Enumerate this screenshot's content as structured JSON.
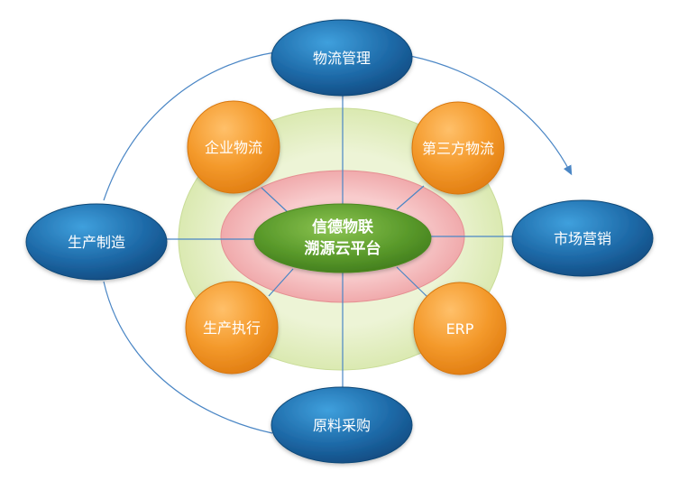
{
  "center": {
    "line1": "信德物联",
    "line2": "溯源云平台"
  },
  "outer_nodes": {
    "top": "物流管理",
    "left": "生产制造",
    "right": "市场营销",
    "bottom": "原料采购"
  },
  "inner_nodes": {
    "top_left": "企业物流",
    "top_right": "第三方物流",
    "bottom_left": "生产执行",
    "bottom_right": "ERP"
  },
  "colors": {
    "blue_node": "#1f6fb0",
    "orange_node": "#f3922a",
    "center_green": "#5e9e2c",
    "pink_ring": "#f4b7b8",
    "green_ring": "#e4efc4",
    "connector": "#4a86c5"
  }
}
